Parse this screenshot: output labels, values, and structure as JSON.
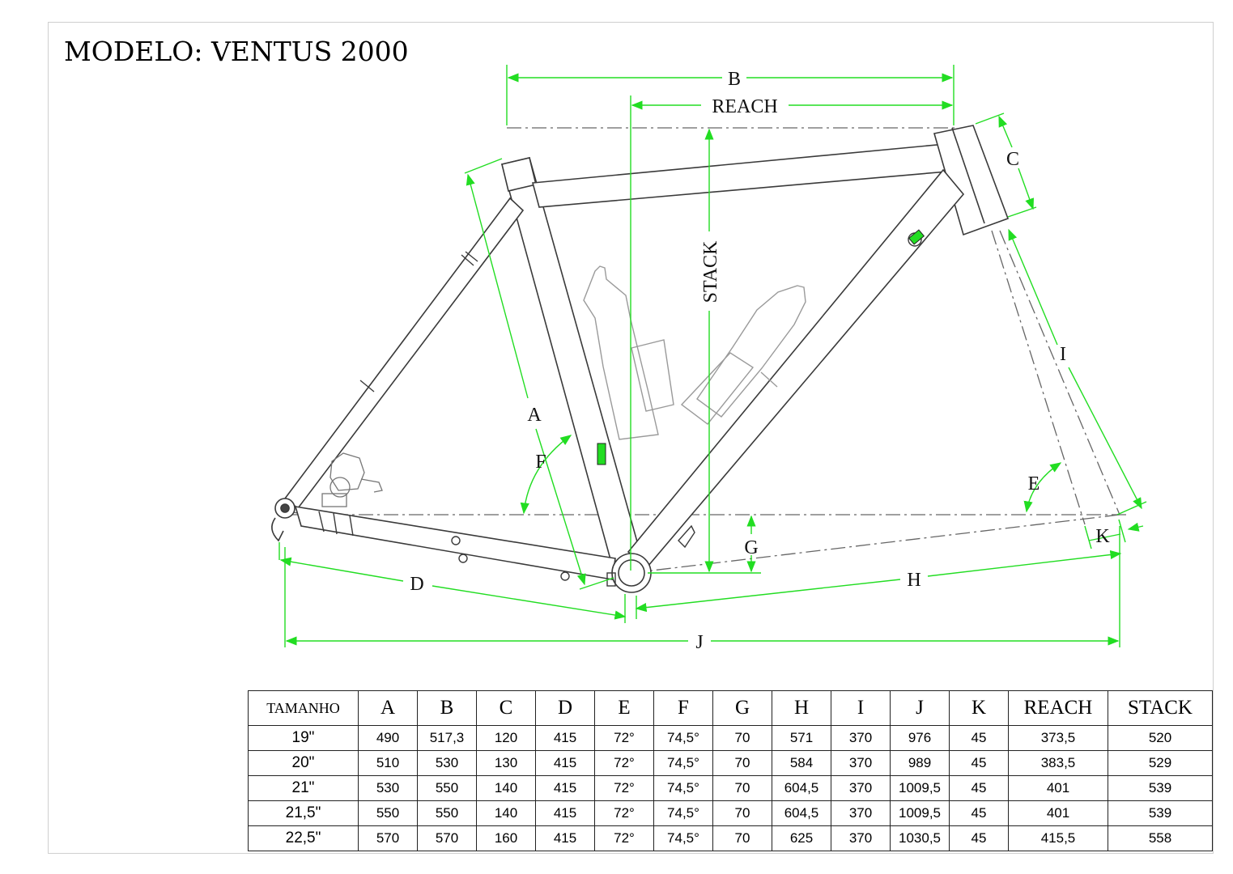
{
  "title": "MODELO: VENTUS 2000",
  "diagram_labels": {
    "A": "A",
    "B": "B",
    "C": "C",
    "D": "D",
    "E": "E",
    "F": "F",
    "G": "G",
    "H": "H",
    "I": "I",
    "J": "J",
    "K": "K",
    "reach": "REACH",
    "stack": "STACK"
  },
  "colors": {
    "dimension": "#22dd22",
    "frame": "#444444",
    "centerline": "#666666",
    "accessory": "#9a9a9a"
  },
  "icons": [
    "bicycle-frame-drawing",
    "water-bottle-icon",
    "disc-brake-caliper-icon",
    "bottom-bracket-icon"
  ],
  "table": {
    "headers": [
      "TAMANHO",
      "A",
      "B",
      "C",
      "D",
      "E",
      "F",
      "G",
      "H",
      "I",
      "J",
      "K",
      "REACH",
      "STACK"
    ],
    "rows": [
      [
        "19\"",
        "490",
        "517,3",
        "120",
        "415",
        "72°",
        "74,5°",
        "70",
        "571",
        "370",
        "976",
        "45",
        "373,5",
        "520"
      ],
      [
        "20\"",
        "510",
        "530",
        "130",
        "415",
        "72°",
        "74,5°",
        "70",
        "584",
        "370",
        "989",
        "45",
        "383,5",
        "529"
      ],
      [
        "21\"",
        "530",
        "550",
        "140",
        "415",
        "72°",
        "74,5°",
        "70",
        "604,5",
        "370",
        "1009,5",
        "45",
        "401",
        "539"
      ],
      [
        "21,5\"",
        "550",
        "550",
        "140",
        "415",
        "72°",
        "74,5°",
        "70",
        "604,5",
        "370",
        "1009,5",
        "45",
        "401",
        "539"
      ],
      [
        "22,5\"",
        "570",
        "570",
        "160",
        "415",
        "72°",
        "74,5°",
        "70",
        "625",
        "370",
        "1030,5",
        "45",
        "415,5",
        "558"
      ]
    ]
  }
}
